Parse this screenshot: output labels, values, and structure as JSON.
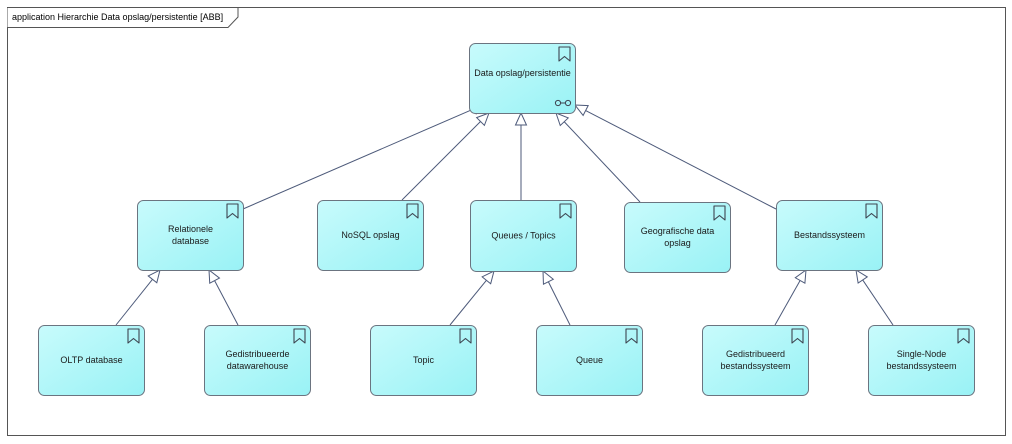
{
  "diagram": {
    "title": "application Hierarchie Data opslag/persistentie [ABB]",
    "root": {
      "id": "root",
      "label": "Data opslag/persistentie"
    },
    "nodes": [
      {
        "id": "relationele",
        "label": "Relationele database"
      },
      {
        "id": "nosql",
        "label": "NoSQL opslag"
      },
      {
        "id": "queues",
        "label": "Queues / Topics"
      },
      {
        "id": "geografische",
        "label": "Geografische data opslag"
      },
      {
        "id": "bestand",
        "label": "Bestandssysteem"
      },
      {
        "id": "oltp",
        "label": "OLTP database"
      },
      {
        "id": "dwh",
        "label": "Gedistribueerde datawarehouse"
      },
      {
        "id": "topic",
        "label": "Topic"
      },
      {
        "id": "queue",
        "label": "Queue"
      },
      {
        "id": "gedbestand",
        "label": "Gedistribueerd bestandssysteem"
      },
      {
        "id": "singlenode",
        "label": "Single-Node bestandssysteem"
      }
    ],
    "edges": [
      {
        "from": "relationele",
        "to": "root"
      },
      {
        "from": "nosql",
        "to": "root"
      },
      {
        "from": "queues",
        "to": "root"
      },
      {
        "from": "geografische",
        "to": "root"
      },
      {
        "from": "bestand",
        "to": "root"
      },
      {
        "from": "oltp",
        "to": "relationele"
      },
      {
        "from": "dwh",
        "to": "relationele"
      },
      {
        "from": "topic",
        "to": "queues"
      },
      {
        "from": "queue",
        "to": "queues"
      },
      {
        "from": "gedbestand",
        "to": "bestand"
      },
      {
        "from": "singlenode",
        "to": "bestand"
      }
    ],
    "colors": {
      "node_fill_light": "#c8fbfc",
      "node_fill_dark": "#99f2f5",
      "node_border": "#6b7480",
      "edge": "#4d5a7a"
    },
    "icons": {
      "element": "bookmark-icon",
      "root_extra": "interface-link-icon"
    }
  }
}
